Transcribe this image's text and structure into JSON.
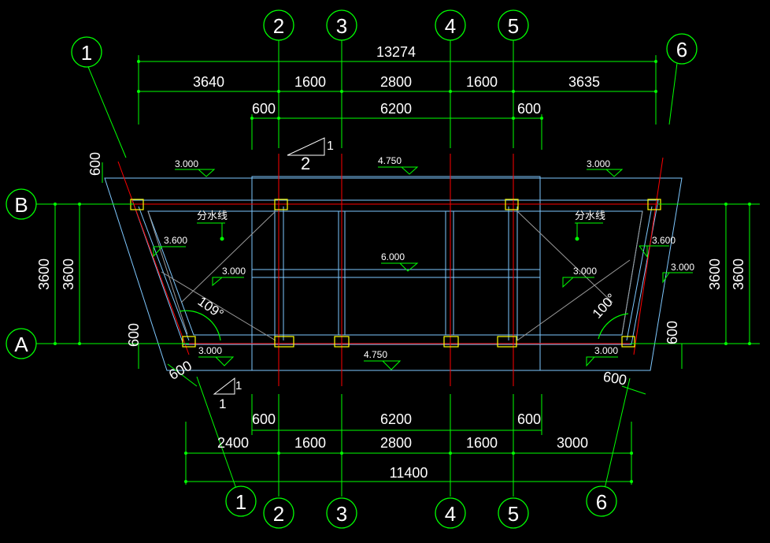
{
  "colors": {
    "background": "#000000",
    "dimension": "#00ff00",
    "structure": "#7ec8ff",
    "axis": "#ff0000",
    "column": "#ffff00",
    "text": "#ffffff"
  },
  "axis_bubbles": {
    "top": [
      "1",
      "2",
      "3",
      "4",
      "5",
      "6"
    ],
    "bottom": [
      "1",
      "2",
      "3",
      "4",
      "5",
      "6"
    ],
    "left": [
      "B",
      "A"
    ]
  },
  "top_dims": {
    "overall": "13274",
    "segments": [
      "3640",
      "1600",
      "2800",
      "1600",
      "3635"
    ],
    "inner": [
      "600",
      "6200",
      "600"
    ]
  },
  "bottom_dims": {
    "inner": [
      "600",
      "6200",
      "600"
    ],
    "segments": [
      "2400",
      "1600",
      "2800",
      "1600",
      "3000"
    ],
    "overall": "11400"
  },
  "side_dims": {
    "left_outer": "3600",
    "left_inner": "3600",
    "right_inner": "3600",
    "right_outer": "3600",
    "left_top_600": "600",
    "left_bottom_600": "600",
    "left_diag_600": "600",
    "right_bottom_600": "600",
    "right_diag_600": "600"
  },
  "elevations": {
    "top_left": "3.000",
    "top_mid": "4.750",
    "top_right": "3.000",
    "left_slope": "3.600",
    "right_slope": "3.600",
    "left_mid": "3.000",
    "center": "6.000",
    "right_mid": "3.000",
    "right_outside": "3.000",
    "bottom_left": "3.000",
    "bottom_mid": "4.750",
    "bottom_right": "3.000"
  },
  "labels": {
    "ridge_left": "分水线",
    "ridge_right": "分水线",
    "angle_left": "109°",
    "angle_right": "100°",
    "slope_top_rise": "1",
    "slope_top_run": "2",
    "slope_bottom_rise": "1",
    "slope_bottom_run": "1"
  }
}
